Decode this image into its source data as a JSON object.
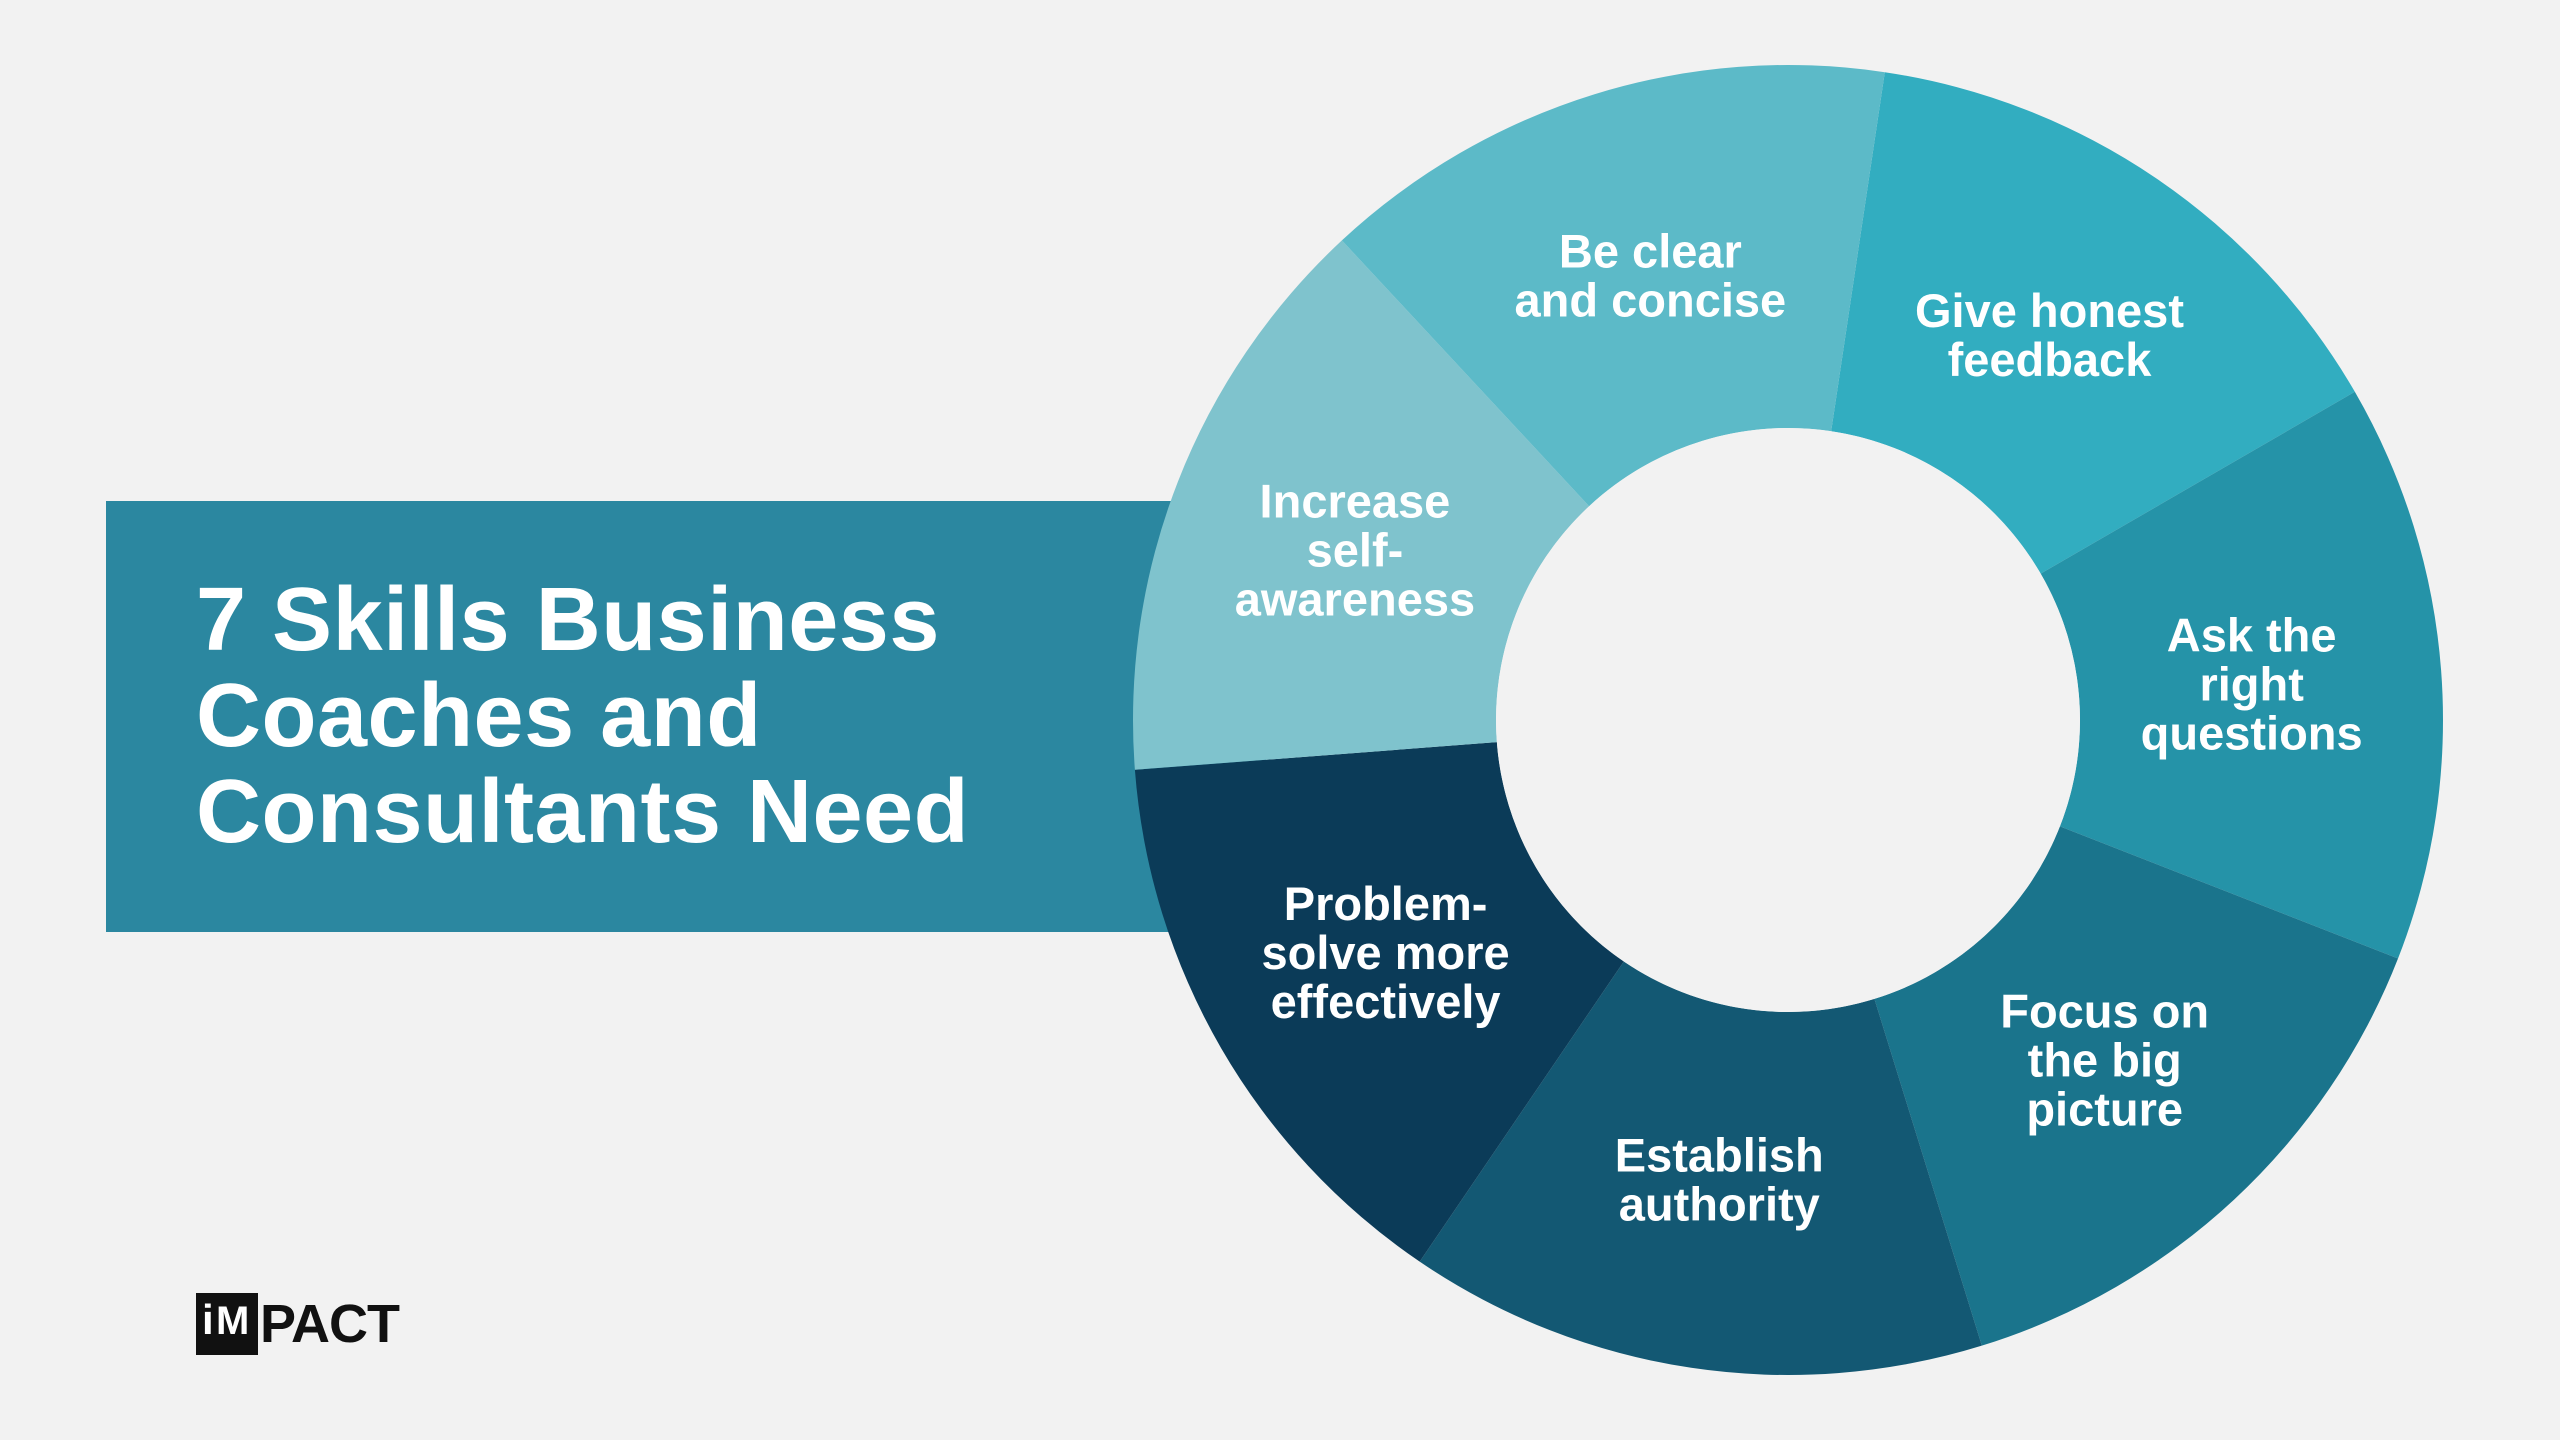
{
  "title": "7 Skills Business Coaches and Consultants Need",
  "title_lines": [
    "7 Skills Business",
    "Coaches and",
    "Consultants Need"
  ],
  "segments": [
    {
      "lines": [
        "Give honest",
        "feedback"
      ],
      "color": "#32adc0"
    },
    {
      "lines": [
        "Ask the",
        "right",
        "questions"
      ],
      "color": "#2593a8"
    },
    {
      "lines": [
        "Focus on",
        "the big",
        "picture"
      ],
      "color": "#1a748c"
    },
    {
      "lines": [
        "Establish",
        "authority"
      ],
      "color": "#135873"
    },
    {
      "lines": [
        "Problem-",
        "solve more",
        "effectively"
      ],
      "color": "#0b3b58"
    },
    {
      "lines": [
        "Increase",
        "self-",
        "awareness"
      ],
      "color": "#7fc3cd"
    },
    {
      "lines": [
        "Be clear",
        "and concise"
      ],
      "color": "#5cbac8"
    }
  ],
  "colors": {
    "background": "#f2f2f2",
    "title_band": "#2b87a0",
    "text": "#ffffff"
  },
  "logo": {
    "mark_i": "i",
    "mark_m": "M",
    "word": "PACT"
  }
}
